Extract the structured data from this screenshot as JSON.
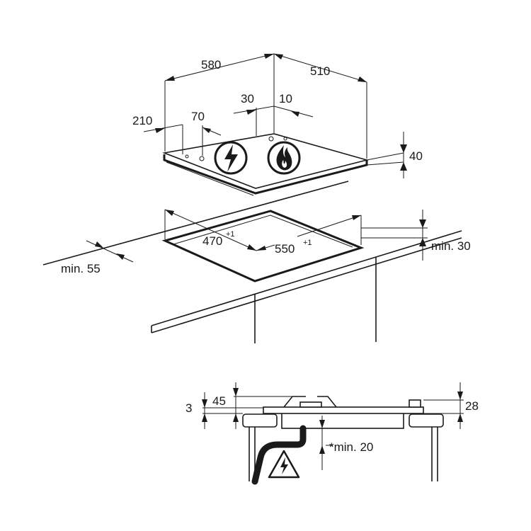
{
  "top_view": {
    "width": "580",
    "depth": "510",
    "offset_side": "210",
    "offset_knob": "70",
    "offset_a": "30",
    "offset_b": "10",
    "height": "40"
  },
  "cutout": {
    "depth": "470",
    "depth_tol": "+1",
    "width": "550",
    "width_tol": "+1",
    "min_top": "min. 30",
    "min_front": "min. 55"
  },
  "side_view": {
    "left_gap": "3",
    "burner_height": "45",
    "right_height": "28",
    "min_below": "*min. 20"
  },
  "icons": {
    "left_knob": "electric-lightning-icon",
    "right_knob": "gas-flame-icon",
    "warning": "electric-warning-triangle-icon"
  }
}
